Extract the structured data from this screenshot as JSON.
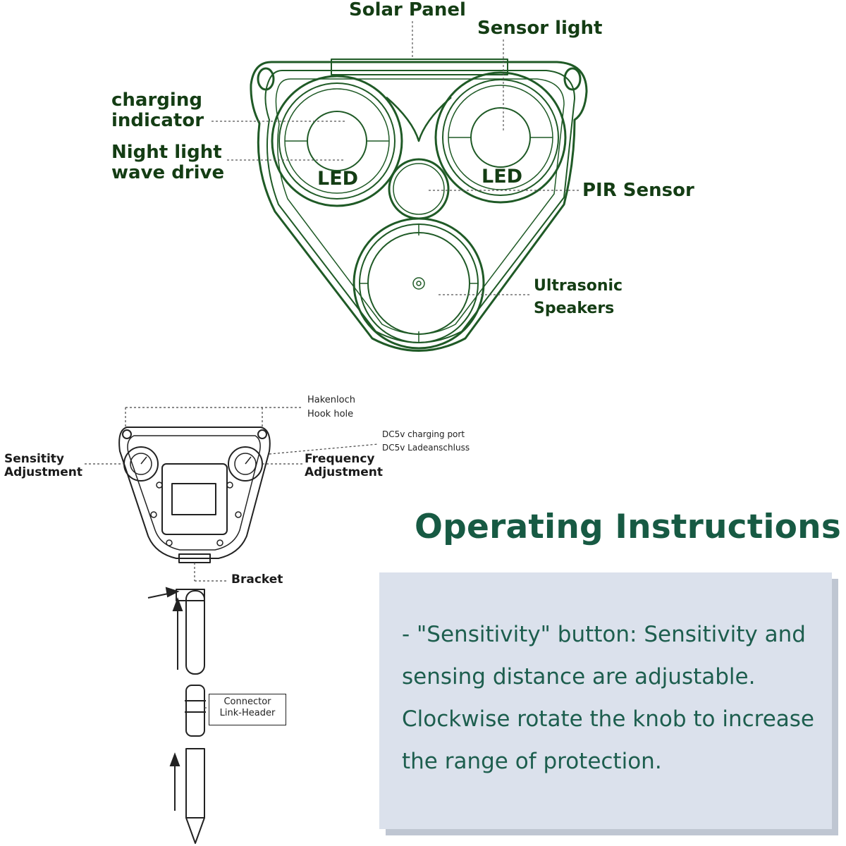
{
  "top_device": {
    "labels": {
      "solar_panel": "Solar Panel",
      "sensor_light": "Sensor light",
      "charging_indicator_1": "charging",
      "charging_indicator_2": "indicator",
      "night_light_1": "Night light",
      "night_light_2": "wave drive",
      "led_left": "LED",
      "led_right": "LED",
      "pir_sensor": "PIR Sensor",
      "speakers_1": "Ultrasonic",
      "speakers_2": "Speakers"
    }
  },
  "back_device": {
    "labels": {
      "hook_hole_de": "Hakenloch",
      "hook_hole_en": "Hook hole",
      "dc_port_en": "DC5v charging port",
      "dc_port_de": "DC5v Ladeanschluss",
      "sensitivity_1": "Sensitity",
      "sensitivity_2": "Adjustment",
      "frequency_1": "Frequency",
      "frequency_2": "Adjustment",
      "bracket": "Bracket",
      "connector_1": "Connector",
      "connector_2": "Link-Header"
    }
  },
  "instructions": {
    "heading": "Operating Instructions",
    "text": "- \"Sensitivity\" button: Sensitivity and sensing distance are adjustable. Clockwise rotate the knob to increase the range of protection."
  },
  "colors": {
    "line": "#1f5a26",
    "label": "#143d14",
    "heading": "#175a43",
    "panel_bg": "#dbe1ec",
    "panel_text": "#1d5e4e"
  }
}
